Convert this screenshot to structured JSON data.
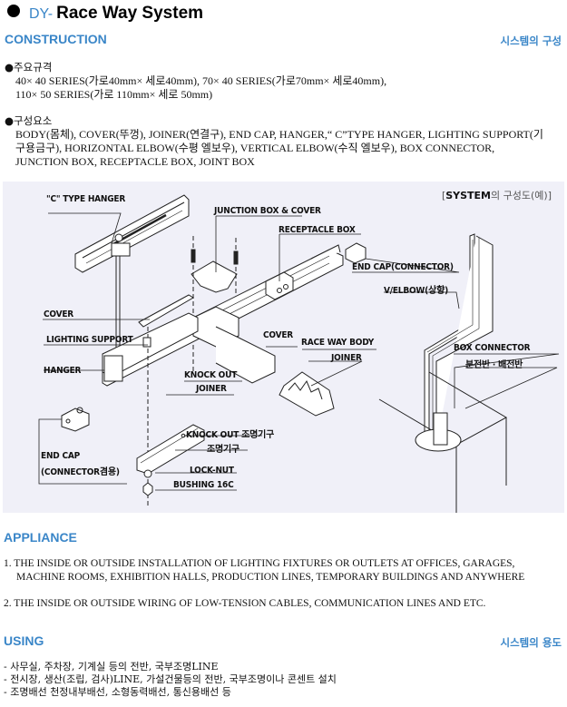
{
  "header": {
    "prefix": "DY-",
    "title": "Race Way System"
  },
  "construction": {
    "heading": "CONSTRUCTION",
    "subheading_kr": "시스템의 구성",
    "specs": {
      "label": "●주요규격",
      "lines": [
        "40× 40 SERIES(가로40mm× 세로40mm), 70× 40 SERIES(가로70mm× 세로40mm),",
        "110× 50 SERIES(가로 110mm× 세로 50mm)"
      ]
    },
    "components": {
      "label": "●구성요소",
      "lines": [
        "BODY(몸체), COVER(뚜껑), JOINER(연결구), END CAP, HANGER,“ C”TYPE HANGER, LIGHTING SUPPORT(기",
        "구용금구), HORIZONTAL ELBOW(수평 엘보우), VERTICAL ELBOW(수직 엘보우), BOX CONNECTOR,",
        "JUNCTION BOX, RECEPTACLE BOX, JOINT BOX"
      ]
    }
  },
  "diagram": {
    "caption_bold": "SYSTEM",
    "caption_rest": "의 구성도(예)",
    "labels": {
      "c_type_hanger": "\"C\" TYPE HANGER",
      "junction_box_cover": "JUNCTION BOX & COVER",
      "receptacle_box": "RECEPTACLE BOX",
      "end_cap_connector": "END CAP(CONNECTOR)",
      "v_elbow": "V/ELBOW(상향)",
      "cover_left": "COVER",
      "lighting_support": "LIGHTING SUPPORT",
      "cover_center": "COVER",
      "race_way_body": "RACE WAY BODY",
      "hanger": "HANGER",
      "knock_out": "KNOCK OUT",
      "joiner_center": "JOINER",
      "joiner_right": "JOINER",
      "box_connector": "BOX CONNECTOR",
      "distribution_panel": "분전반 · 배전반",
      "knock_out_fixture": "KNOCK OUT 조명기구",
      "fixture": "조명기구",
      "end_cap": "END CAP",
      "end_cap_sub": "(CONNECTOR겸용)",
      "lock_nut": "LOCK-NUT",
      "bushing": "BUSHING 16C"
    }
  },
  "appliance": {
    "heading": "APPLIANCE",
    "items": [
      {
        "line1": "1. THE INSIDE OR OUTSIDE  INSTALLATION OF LIGHTING FIXTURES OR OUTLETS AT OFFICES, GARAGES,",
        "line2": "MACHINE ROOMS, EXHIBITION HALLS, PRODUCTION LINES, TEMPORARY BUILDINGS AND ANYWHERE"
      },
      {
        "line1": "2. THE INSIDE OR OUTSIDE WIRING OF LOW-TENSION CABLES, COMMUNICATION LINES AND ETC.",
        "line2": ""
      }
    ]
  },
  "using": {
    "heading": "USING",
    "subheading_kr": "시스템의 용도",
    "items": [
      "-  사무실,  주차장,  기계실  등의  전반,  국부조명LINE",
      "-  전시장,  생산(조립,  검사)LINE,  가설건물등의  전반,  국부조명이나  콘센트  설치",
      "-  조명배선  천정내부배선,  소형동력배선,  통신용배선  등"
    ]
  },
  "colors": {
    "accent": "#3a86c8",
    "panel_bg": "#f0f0f8",
    "text": "#111111"
  }
}
